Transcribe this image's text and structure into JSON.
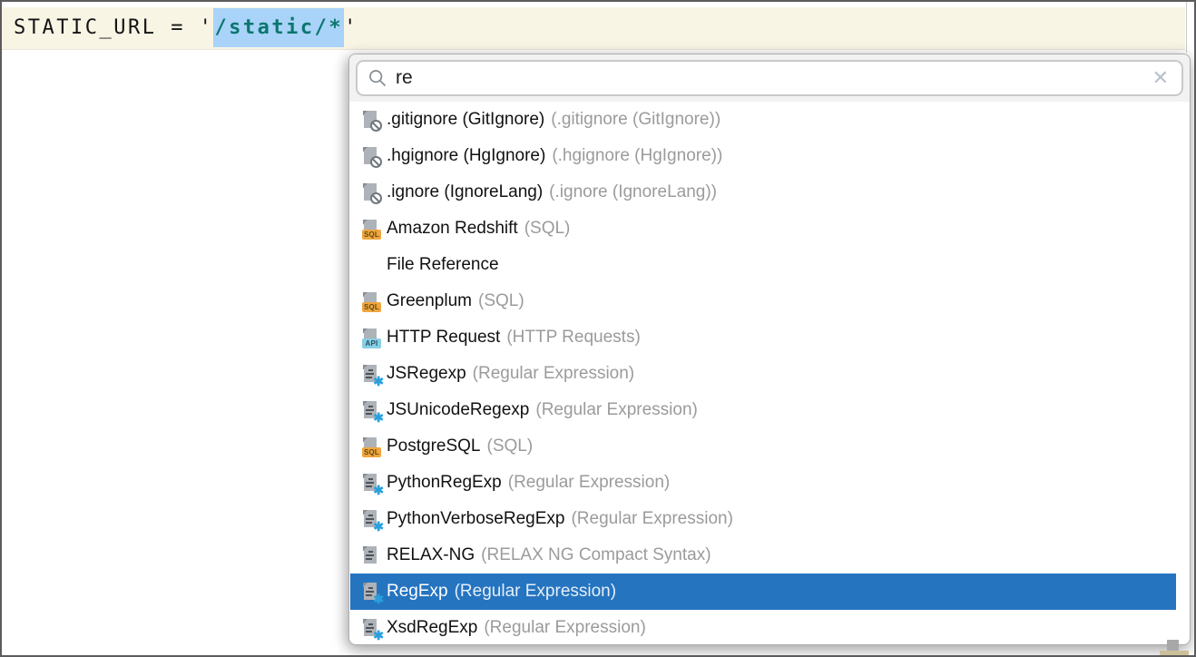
{
  "editor": {
    "code": {
      "prefix": "STATIC_URL = '",
      "selected": "/static/*",
      "suffix": "'"
    }
  },
  "popup": {
    "search": {
      "value": "re",
      "clear_icon": "✕"
    },
    "badges": {
      "sql": "SQL",
      "api": "API"
    },
    "items": [
      {
        "icon": "ignore",
        "label": ".gitignore (GitIgnore)",
        "detail": "(.gitignore (GitIgnore))",
        "selected": false
      },
      {
        "icon": "ignore",
        "label": ".hgignore (HgIgnore)",
        "detail": "(.hgignore (HgIgnore))",
        "selected": false
      },
      {
        "icon": "ignore",
        "label": ".ignore (IgnoreLang)",
        "detail": "(.ignore (IgnoreLang))",
        "selected": false
      },
      {
        "icon": "sql",
        "label": "Amazon Redshift",
        "detail": "(SQL)",
        "selected": false
      },
      {
        "icon": "none",
        "label": "File Reference",
        "detail": "",
        "selected": false
      },
      {
        "icon": "sql",
        "label": "Greenplum",
        "detail": "(SQL)",
        "selected": false
      },
      {
        "icon": "api",
        "label": "HTTP Request",
        "detail": "(HTTP Requests)",
        "selected": false
      },
      {
        "icon": "regexp",
        "label": "JSRegexp",
        "detail": "(Regular Expression)",
        "selected": false
      },
      {
        "icon": "regexp",
        "label": "JSUnicodeRegexp",
        "detail": "(Regular Expression)",
        "selected": false
      },
      {
        "icon": "sql",
        "label": "PostgreSQL",
        "detail": "(SQL)",
        "selected": false
      },
      {
        "icon": "regexp",
        "label": "PythonRegExp",
        "detail": "(Regular Expression)",
        "selected": false
      },
      {
        "icon": "regexp",
        "label": "PythonVerboseRegExp",
        "detail": "(Regular Expression)",
        "selected": false
      },
      {
        "icon": "textfile",
        "label": "RELAX-NG",
        "detail": "(RELAX NG Compact Syntax)",
        "selected": false
      },
      {
        "icon": "regexp",
        "label": "RegExp",
        "detail": "(Regular Expression)",
        "selected": true
      },
      {
        "icon": "regexp",
        "label": "XsdRegExp",
        "detail": "(Regular Expression)",
        "selected": false
      }
    ]
  },
  "colors": {
    "selection_row": "#2574c0",
    "code_selection": "#a9d3f8",
    "code_string": "#0b766f",
    "editor_strip": "#f8f5e5",
    "sql_badge": "#f0a63e",
    "api_badge": "#87cfe6",
    "regexp_star": "#2aa0dc",
    "secondary_text": "#9b9b9b"
  }
}
